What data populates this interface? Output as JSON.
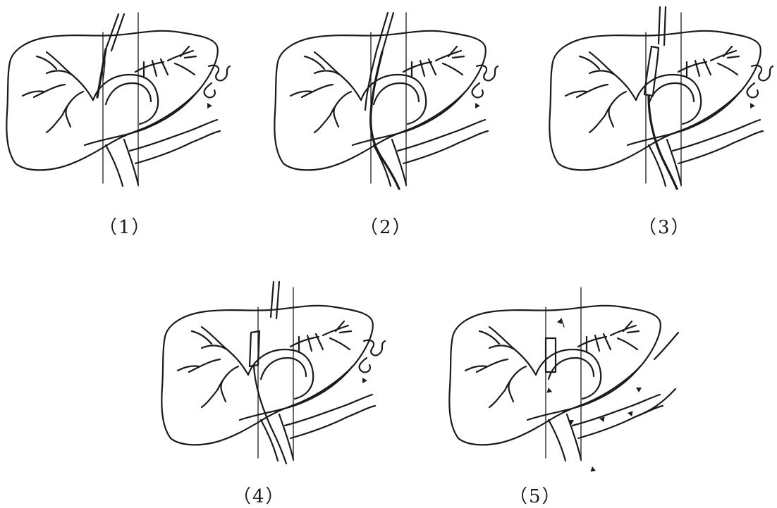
{
  "figure": {
    "panels": [
      {
        "id": "1",
        "caption": "（1）",
        "variant": "needle-puncture"
      },
      {
        "id": "2",
        "caption": "（2）",
        "variant": "guidewire-sheath"
      },
      {
        "id": "3",
        "caption": "（3）",
        "variant": "balloon-dilation"
      },
      {
        "id": "4",
        "caption": "（4）",
        "variant": "stent-deployment"
      },
      {
        "id": "5",
        "caption": "（5）",
        "variant": "shunt-established"
      }
    ]
  }
}
